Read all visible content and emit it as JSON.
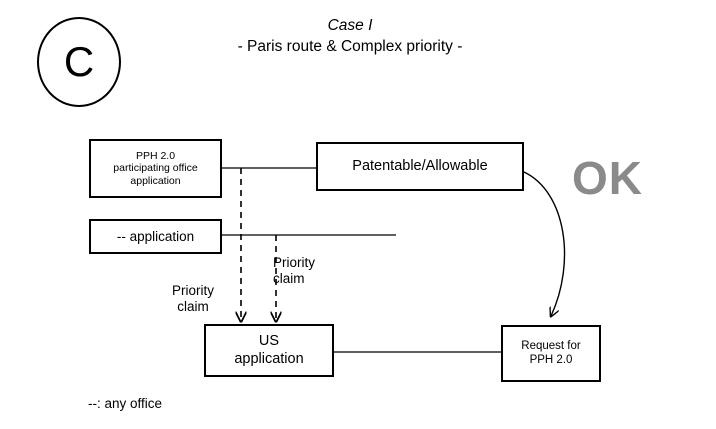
{
  "case_marker": {
    "letter": "C",
    "name": "case-c-marker"
  },
  "title": {
    "main": "Case I",
    "subtitle": "- Paris route & Complex priority -"
  },
  "nodes": {
    "pph_office": "PPH 2.0\nparticipating office\napplication",
    "any_application": "-- application",
    "patentable": "Patentable/Allowable",
    "us_application": "US\napplication",
    "request_pph": "Request for\nPPH 2.0"
  },
  "labels": {
    "priority_claim_left": "Priority\nclaim",
    "priority_claim_right": "Priority\nclaim",
    "ok": "OK"
  },
  "legend": {
    "any_office": "--: any office"
  },
  "colors": {
    "ink": "#000000",
    "ok_text": "#8a8a8a",
    "background": "#ffffff"
  },
  "connectors": [
    {
      "name": "pph-office-to-patentable",
      "style": "solid",
      "arrow": false
    },
    {
      "name": "any-application-right-stub",
      "style": "solid",
      "arrow": false
    },
    {
      "name": "pph-office-to-us-application",
      "style": "dashed",
      "arrow": true
    },
    {
      "name": "any-application-to-us-application",
      "style": "dashed",
      "arrow": true
    },
    {
      "name": "patentable-to-request-pph",
      "style": "solid-curved",
      "arrow": true
    },
    {
      "name": "us-application-to-request-pph",
      "style": "solid",
      "arrow": false
    }
  ]
}
